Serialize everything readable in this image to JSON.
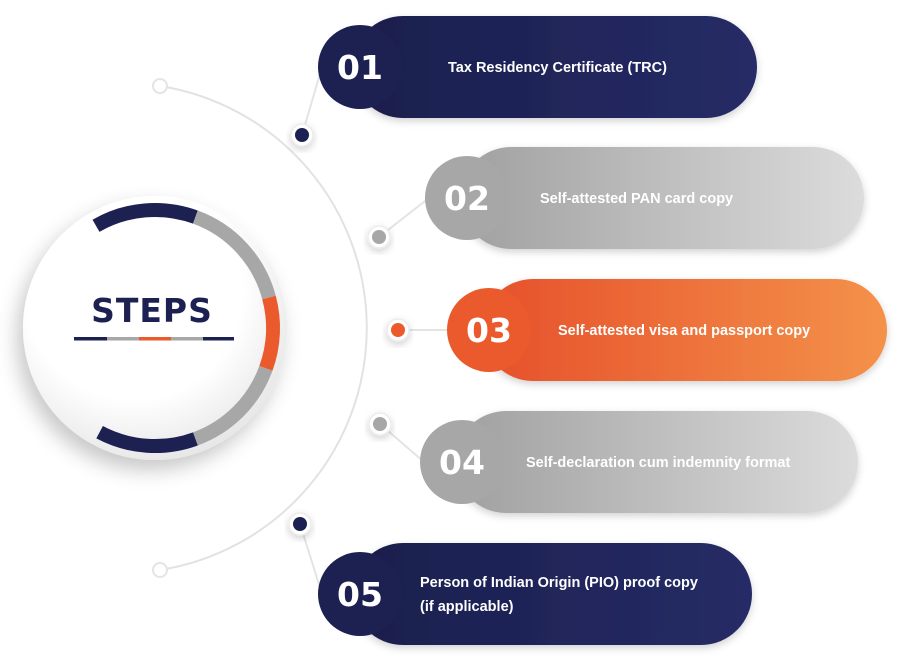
{
  "title": "STEPS",
  "colors": {
    "navy": "#1c2151",
    "gray": "#a7a7a7",
    "orange": "#ea5a2c"
  },
  "steps": [
    {
      "number": "01",
      "lines": [
        "Tax Residency Certificate (TRC)"
      ],
      "color": "navy"
    },
    {
      "number": "02",
      "lines": [
        "Self-attested PAN card copy"
      ],
      "color": "gray"
    },
    {
      "number": "03",
      "lines": [
        "Self-attested visa and passport copy"
      ],
      "color": "orange"
    },
    {
      "number": "04",
      "lines": [
        "Self-declaration cum indemnity format"
      ],
      "color": "gray"
    },
    {
      "number": "05",
      "lines": [
        "Person of Indian Origin (PIO) proof copy",
        "(if applicable)"
      ],
      "color": "navy"
    }
  ]
}
